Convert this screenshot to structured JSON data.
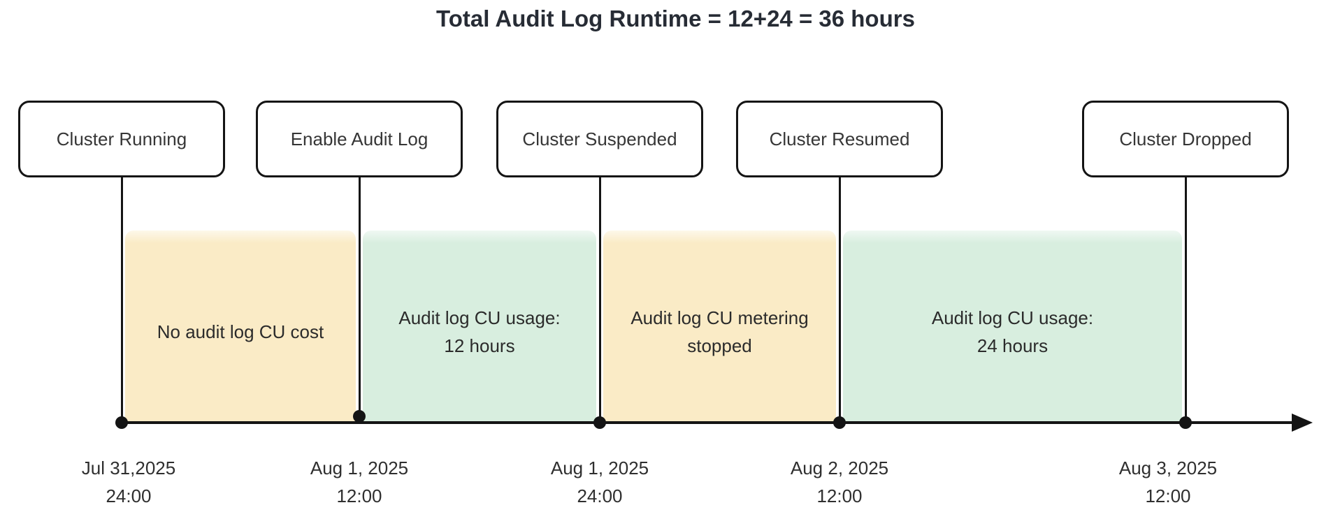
{
  "title": "Total Audit Log Runtime = 12+24 = 36 hours",
  "colors": {
    "segment_orange": "#faebc6",
    "segment_orange_fade": "#fdf8ea",
    "segment_green": "#d8eedf",
    "segment_green_fade": "#f0f8f3",
    "outline": "#141414"
  },
  "events": [
    {
      "label": "Cluster Running",
      "date": [
        "Jul 31,2025",
        "24:00"
      ]
    },
    {
      "label": "Enable Audit Log",
      "date": [
        "Aug 1, 2025",
        "12:00"
      ]
    },
    {
      "label": "Cluster Suspended",
      "date": [
        "Aug 1, 2025",
        "24:00"
      ]
    },
    {
      "label": "Cluster Resumed",
      "date": [
        "Aug 2, 2025",
        "12:00"
      ]
    },
    {
      "label": "Cluster Dropped",
      "date": [
        "Aug 3, 2025",
        "12:00"
      ]
    }
  ],
  "segments": [
    {
      "color": "orange",
      "lines": [
        "No audit log CU cost"
      ]
    },
    {
      "color": "green",
      "lines": [
        "Audit log CU usage:",
        "12 hours"
      ]
    },
    {
      "color": "orange",
      "lines": [
        "Audit log CU metering",
        "stopped"
      ]
    },
    {
      "color": "green",
      "lines": [
        "Audit log CU usage:",
        "24 hours"
      ]
    }
  ]
}
